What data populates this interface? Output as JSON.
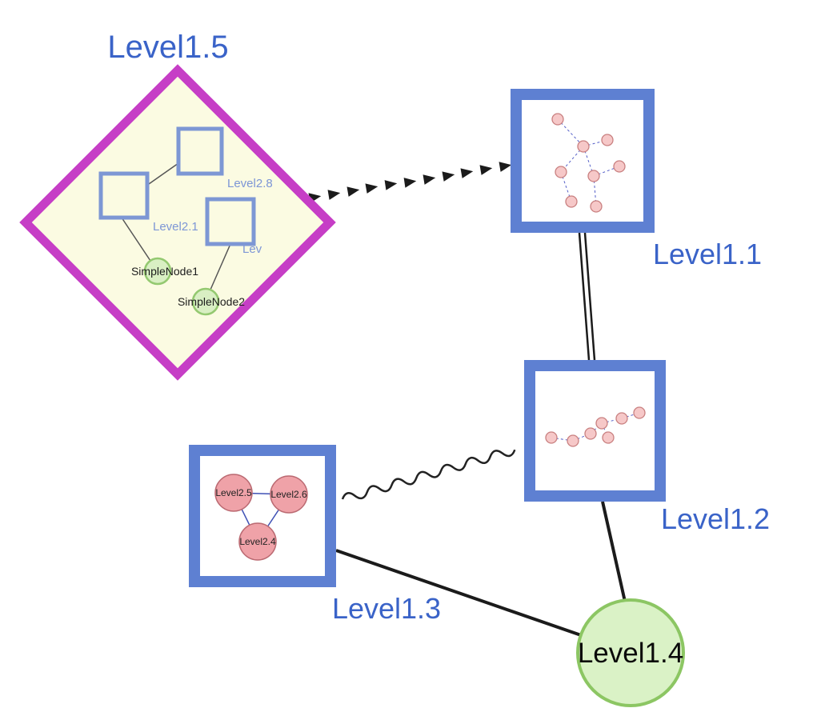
{
  "graph": {
    "level15": {
      "label": "Level1.5",
      "shape": "diamond",
      "border_color": "#c63ec6",
      "fill_color": "#fbfbe2",
      "children": {
        "level28": "Level2.8",
        "level21": "Level2.1",
        "lev": "Lev",
        "simple1": "SimpleNode1",
        "simple2": "SimpleNode2"
      }
    },
    "level11": {
      "label": "Level1.1",
      "shape": "square",
      "border_color": "#5e80d2"
    },
    "level12": {
      "label": "Level1.2",
      "shape": "square",
      "border_color": "#5e80d2"
    },
    "level13": {
      "label": "Level1.3",
      "shape": "square",
      "border_color": "#5e80d2",
      "children": {
        "level25": "Level2.5",
        "level26": "Level2.6",
        "level24": "Level2.4"
      }
    },
    "level14": {
      "label": "Level1.4",
      "shape": "circle",
      "border_color": "#8cc663",
      "fill_color": "#daf2c6"
    }
  },
  "edges": [
    {
      "from": "Level1.5",
      "to": "Level1.1",
      "style": "dashed-arrowheads"
    },
    {
      "from": "Level1.1",
      "to": "Level1.2",
      "style": "double-line"
    },
    {
      "from": "Level1.3",
      "to": "Level1.2",
      "style": "wavy"
    },
    {
      "from": "Level1.3",
      "to": "Level1.4",
      "style": "solid"
    },
    {
      "from": "Level1.2",
      "to": "Level1.4",
      "style": "solid"
    }
  ],
  "colors": {
    "label_blue": "#3a63c8",
    "small_label_blue": "#7d96d6",
    "diamond_magenta": "#c63ec6",
    "pale_yellow": "#fbfbe2",
    "square_blue": "#5e80d2",
    "green_fill": "#daf2c6",
    "green_border": "#8cc663",
    "pink_fill": "#efa2a8",
    "mini_pink": "#f6c8c8",
    "edge_black": "#1b1b1b",
    "mini_edge_blue": "#5560c8"
  }
}
